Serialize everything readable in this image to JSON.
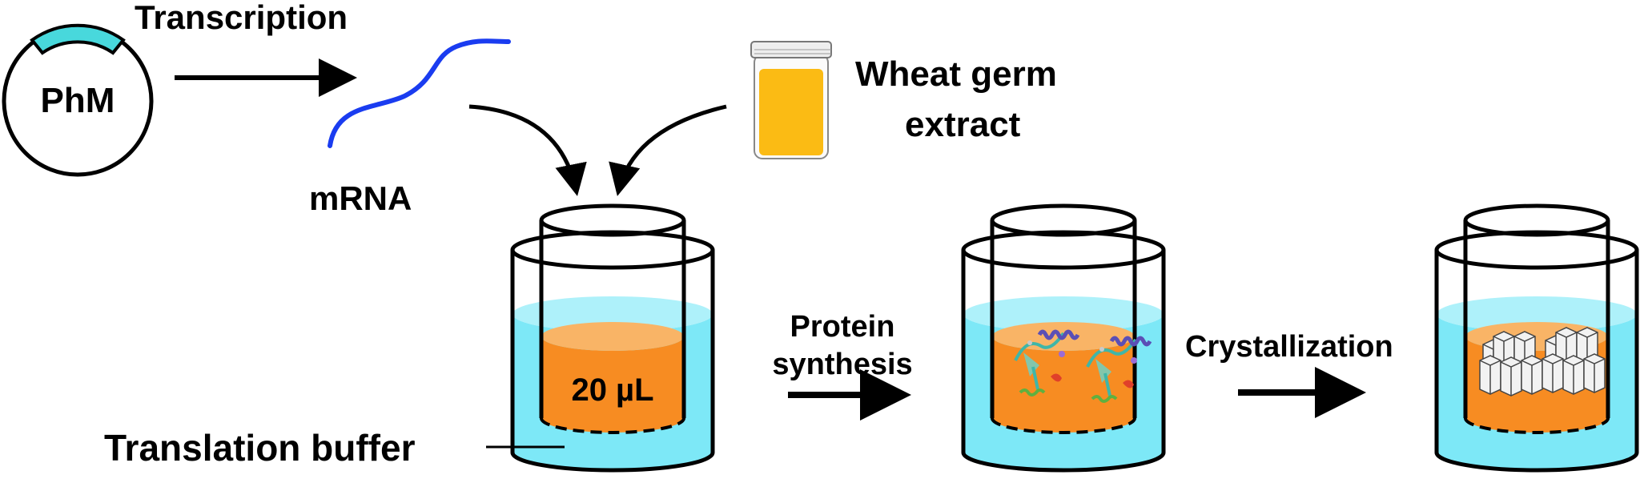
{
  "labels": {
    "plasmid": "PhM",
    "transcription": "Transcription",
    "mrna": "mRNA",
    "wheat_germ_line1": "Wheat germ",
    "wheat_germ_line2": "extract",
    "volume": "20 µL",
    "translation_buffer": "Translation buffer",
    "protein_line1": "Protein",
    "protein_line2": "synthesis",
    "crystallization": "Crystallization"
  },
  "colors": {
    "plasmid_insert": "#48d8dc",
    "mrna": "#1a3cf0",
    "extract": "#fbbb14",
    "buffer": "#7de8f7",
    "reaction": "#f78c22",
    "reaction_top": "#f9b466",
    "outline": "#000000",
    "crystal": "#f2f2f2",
    "protein_helix": "#5b4fb5",
    "protein_sheet": "#3fb6a8",
    "protein_red": "#e0402a",
    "protein_green": "#5fb040"
  }
}
